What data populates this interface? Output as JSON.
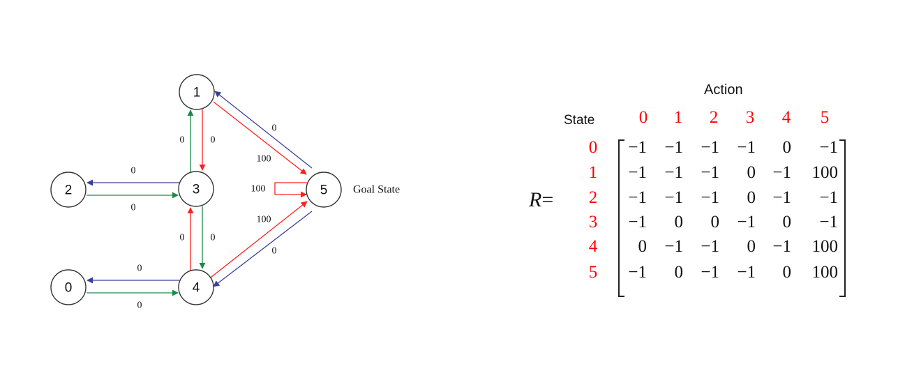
{
  "graph": {
    "nodes": [
      {
        "id": "0",
        "label": "0"
      },
      {
        "id": "1",
        "label": "1"
      },
      {
        "id": "2",
        "label": "2"
      },
      {
        "id": "3",
        "label": "3"
      },
      {
        "id": "4",
        "label": "4"
      },
      {
        "id": "5",
        "label": "5"
      }
    ],
    "edges": [
      {
        "from": "1",
        "to": "3",
        "reward": "0",
        "color": "#ff2020"
      },
      {
        "from": "3",
        "to": "1",
        "reward": "0",
        "color": "#1a8a4a"
      },
      {
        "from": "3",
        "to": "2",
        "reward": "0",
        "color": "#3a3f9a"
      },
      {
        "from": "2",
        "to": "3",
        "reward": "0",
        "color": "#1a8a4a"
      },
      {
        "from": "3",
        "to": "4",
        "reward": "0",
        "color": "#1a8a4a"
      },
      {
        "from": "4",
        "to": "3",
        "reward": "0",
        "color": "#ff2020"
      },
      {
        "from": "4",
        "to": "0",
        "reward": "0",
        "color": "#3a3f9a"
      },
      {
        "from": "0",
        "to": "4",
        "reward": "0",
        "color": "#1a8a4a"
      },
      {
        "from": "5",
        "to": "1",
        "reward": "0",
        "color": "#3a3f9a"
      },
      {
        "from": "1",
        "to": "5",
        "reward": "100",
        "color": "#ff2020"
      },
      {
        "from": "5",
        "to": "5",
        "reward": "100",
        "color": "#ff2020"
      },
      {
        "from": "4",
        "to": "5",
        "reward": "100",
        "color": "#ff2020"
      },
      {
        "from": "5",
        "to": "4",
        "reward": "0",
        "color": "#3a3f9a"
      }
    ],
    "goal_label": "Goal State"
  },
  "matrix": {
    "name": "R",
    "equals": "=",
    "action_title": "Action",
    "state_title": "State",
    "columns": [
      "0",
      "1",
      "2",
      "3",
      "4",
      "5"
    ],
    "rows": [
      {
        "state": "0",
        "values": [
          "−1",
          "−1",
          "−1",
          "−1",
          "0",
          "−1"
        ]
      },
      {
        "state": "1",
        "values": [
          "−1",
          "−1",
          "−1",
          "0",
          "−1",
          "100"
        ]
      },
      {
        "state": "2",
        "values": [
          "−1",
          "−1",
          "−1",
          "0",
          "−1",
          "−1"
        ]
      },
      {
        "state": "3",
        "values": [
          "−1",
          "0",
          "0",
          "−1",
          "0",
          "−1"
        ]
      },
      {
        "state": "4",
        "values": [
          "0",
          "−1",
          "−1",
          "0",
          "−1",
          "100"
        ]
      },
      {
        "state": "5",
        "values": [
          "−1",
          "0",
          "−1",
          "−1",
          "0",
          "100"
        ]
      }
    ],
    "header_color": "#ff0000"
  }
}
